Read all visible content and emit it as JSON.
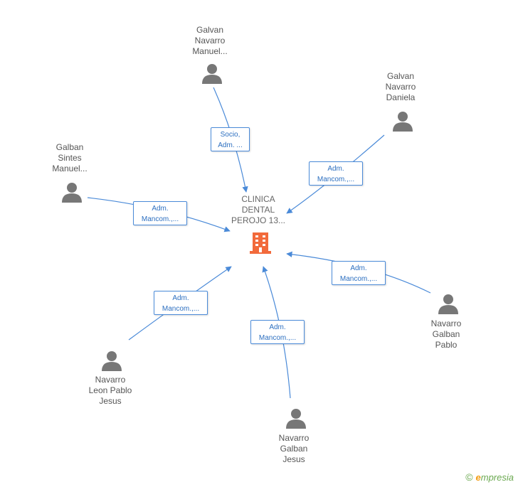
{
  "company": {
    "label": "CLINICA\nDENTAL\nPEROJO 13...",
    "icon": "building-icon",
    "color": "#f26a3b"
  },
  "people": [
    {
      "id": "galvan-manuel",
      "label": "Galvan\nNavarro\nManuel...",
      "relation": "Socio,\nAdm. ...",
      "icon": "person-icon"
    },
    {
      "id": "galvan-daniela",
      "label": "Galvan\nNavarro\nDaniela",
      "relation": "Adm.\nMancom.,...",
      "icon": "person-icon"
    },
    {
      "id": "galban-sintes",
      "label": "Galban\nSintes\nManuel...",
      "relation": "Adm.\nMancom.,...",
      "icon": "person-icon"
    },
    {
      "id": "navarro-pablo",
      "label": "Navarro\nGalban\nPablo",
      "relation": "Adm.\nMancom.,...",
      "icon": "person-icon"
    },
    {
      "id": "navarro-leon",
      "label": "Navarro\nLeon Pablo\nJesus",
      "relation": "Adm.\nMancom.,...",
      "icon": "person-icon"
    },
    {
      "id": "navarro-jesus",
      "label": "Navarro\nGalban\nJesus",
      "relation": "Adm.\nMancom.,...",
      "icon": "person-icon"
    }
  ],
  "colors": {
    "edge": "#4a8ad8",
    "person": "#777777",
    "edge_text": "#2c6fc0"
  },
  "brand": {
    "copyright": "©",
    "e": "e",
    "rest": "mpresia"
  }
}
